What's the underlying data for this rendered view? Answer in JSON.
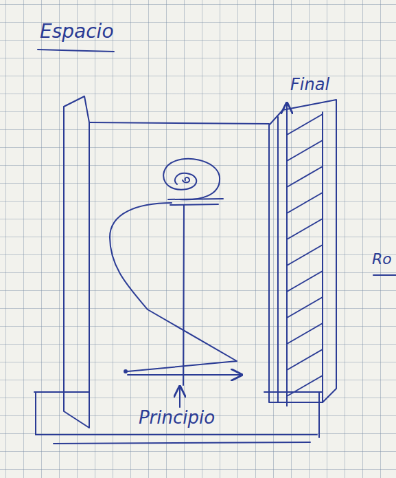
{
  "diagram": {
    "title": "Espacio",
    "nodes": [
      {
        "text": [
          "Final"
        ]
      },
      {
        "text": [
          "Principio"
        ]
      }
    ],
    "labels": [
      "Ro"
    ]
  }
}
